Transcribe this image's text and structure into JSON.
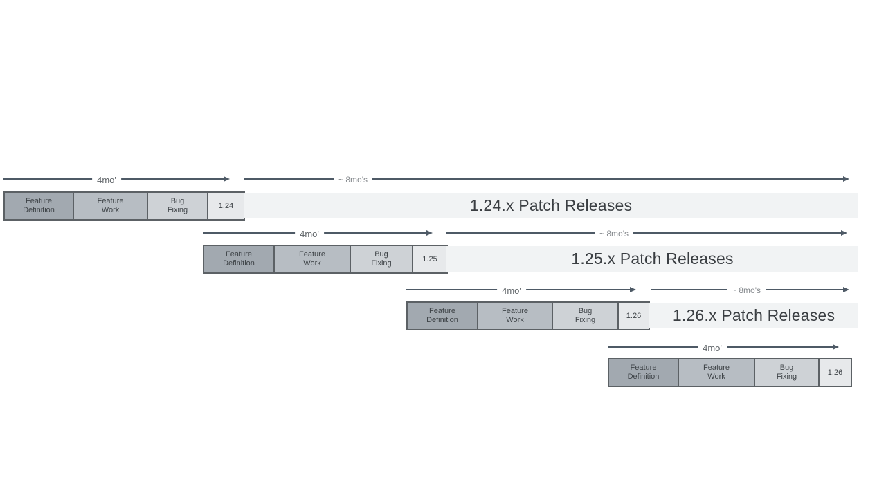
{
  "labels": {
    "cycle_duration": "4mo'",
    "patch_duration": "~ 8mo's"
  },
  "phases": [
    {
      "line1": "Feature",
      "line2": "Definition"
    },
    {
      "line1": "Feature",
      "line2": "Work"
    },
    {
      "line1": "Bug",
      "line2": "Fixing"
    }
  ],
  "releases": [
    {
      "version": "1.24",
      "patch_label": "1.24.x Patch Releases"
    },
    {
      "version": "1.25",
      "patch_label": "1.25.x Patch Releases"
    },
    {
      "version": "1.26",
      "patch_label": "1.26.x Patch Releases"
    },
    {
      "version": "1.26",
      "patch_label": ""
    }
  ],
  "colors": {
    "feature_definition": "#a2a9b0",
    "feature_work": "#b7bdc3",
    "bug_fixing": "#ced2d6",
    "version_box": "#e7e9eb",
    "patch_bar": "#f1f3f4",
    "box_border": "#5c6165",
    "arrow": "#4e5a66",
    "box_text": "#3e4347",
    "patch_text": "#3a3e42",
    "label_4mo": "#5f6468",
    "label_8mo": "#84888c"
  }
}
